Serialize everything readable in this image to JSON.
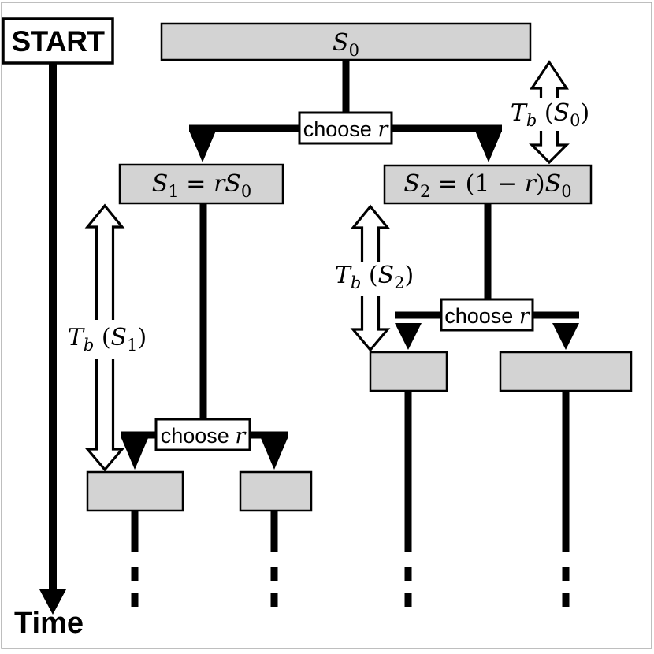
{
  "colors": {
    "box_fill": "#d3d3d3",
    "box_border": "#000000",
    "line": "#000000",
    "frame_border": "#a9a9a9"
  },
  "start": {
    "label": "START"
  },
  "time_axis": {
    "label": "Time"
  },
  "root_box": {
    "s": "S",
    "sub": "0"
  },
  "choose_box": {
    "word": "choose ",
    "var": "r"
  },
  "s1_box": {
    "s": "S",
    "sub": "1",
    "eq": " = ",
    "r": "r",
    "s2": "S",
    "sub2": "0"
  },
  "s2_box": {
    "s": "S",
    "sub": "2",
    "eq": " = (1 − ",
    "r": "r",
    "close": ")",
    "s2": "S",
    "sub2": "0"
  },
  "tb_s0": {
    "t": "T",
    "tsub": "b",
    "open": " (",
    "s": "S",
    "ssub": "0",
    "close": ")"
  },
  "tb_s1": {
    "t": "T",
    "tsub": "b",
    "open": " (",
    "s": "S",
    "ssub": "1",
    "close": ")"
  },
  "tb_s2": {
    "t": "T",
    "tsub": "b",
    "open": " (",
    "s": "S",
    "ssub": "2",
    "close": ")"
  }
}
